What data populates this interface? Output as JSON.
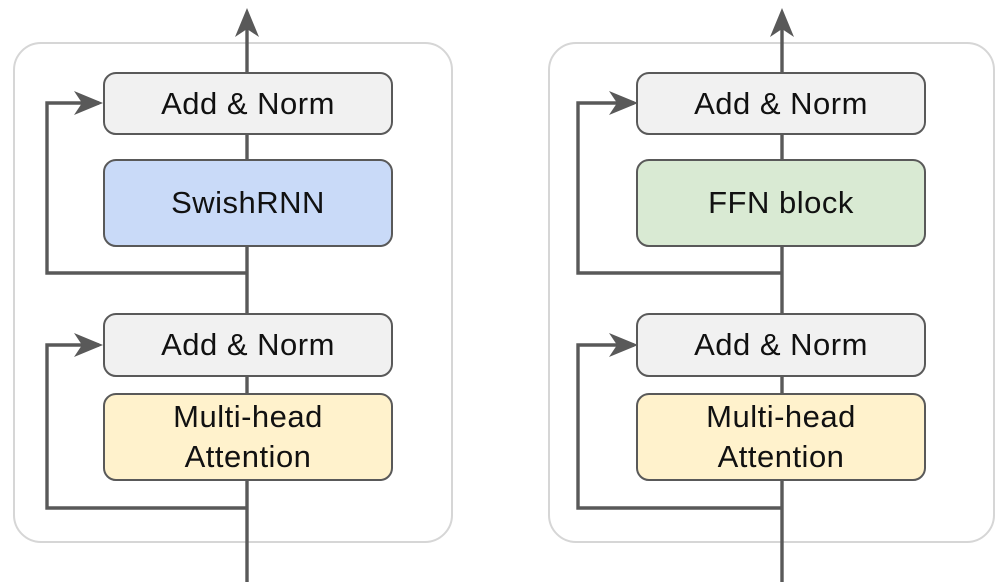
{
  "diagram": {
    "description_colors": {
      "line_color": "#595959",
      "container_border": "#d6d6d6",
      "gray_fill": "#f1f1f1",
      "blue_fill": "#c9daf8",
      "green_fill": "#d9ead3",
      "yellow_fill": "#fff2cc",
      "text_color": "#111111"
    },
    "panels": [
      {
        "blocks": [
          {
            "label": "Add & Norm",
            "fill": "#f1f1f1"
          },
          {
            "label": "SwishRNN",
            "fill": "#c9daf8"
          },
          {
            "label": "Add & Norm",
            "fill": "#f1f1f1"
          },
          {
            "label": "Multi-head\nAttention",
            "fill": "#fff2cc"
          }
        ]
      },
      {
        "blocks": [
          {
            "label": "Add & Norm",
            "fill": "#f1f1f1"
          },
          {
            "label": "FFN block",
            "fill": "#d9ead3"
          },
          {
            "label": "Add & Norm",
            "fill": "#f1f1f1"
          },
          {
            "label": "Multi-head\nAttention",
            "fill": "#fff2cc"
          }
        ]
      }
    ]
  }
}
